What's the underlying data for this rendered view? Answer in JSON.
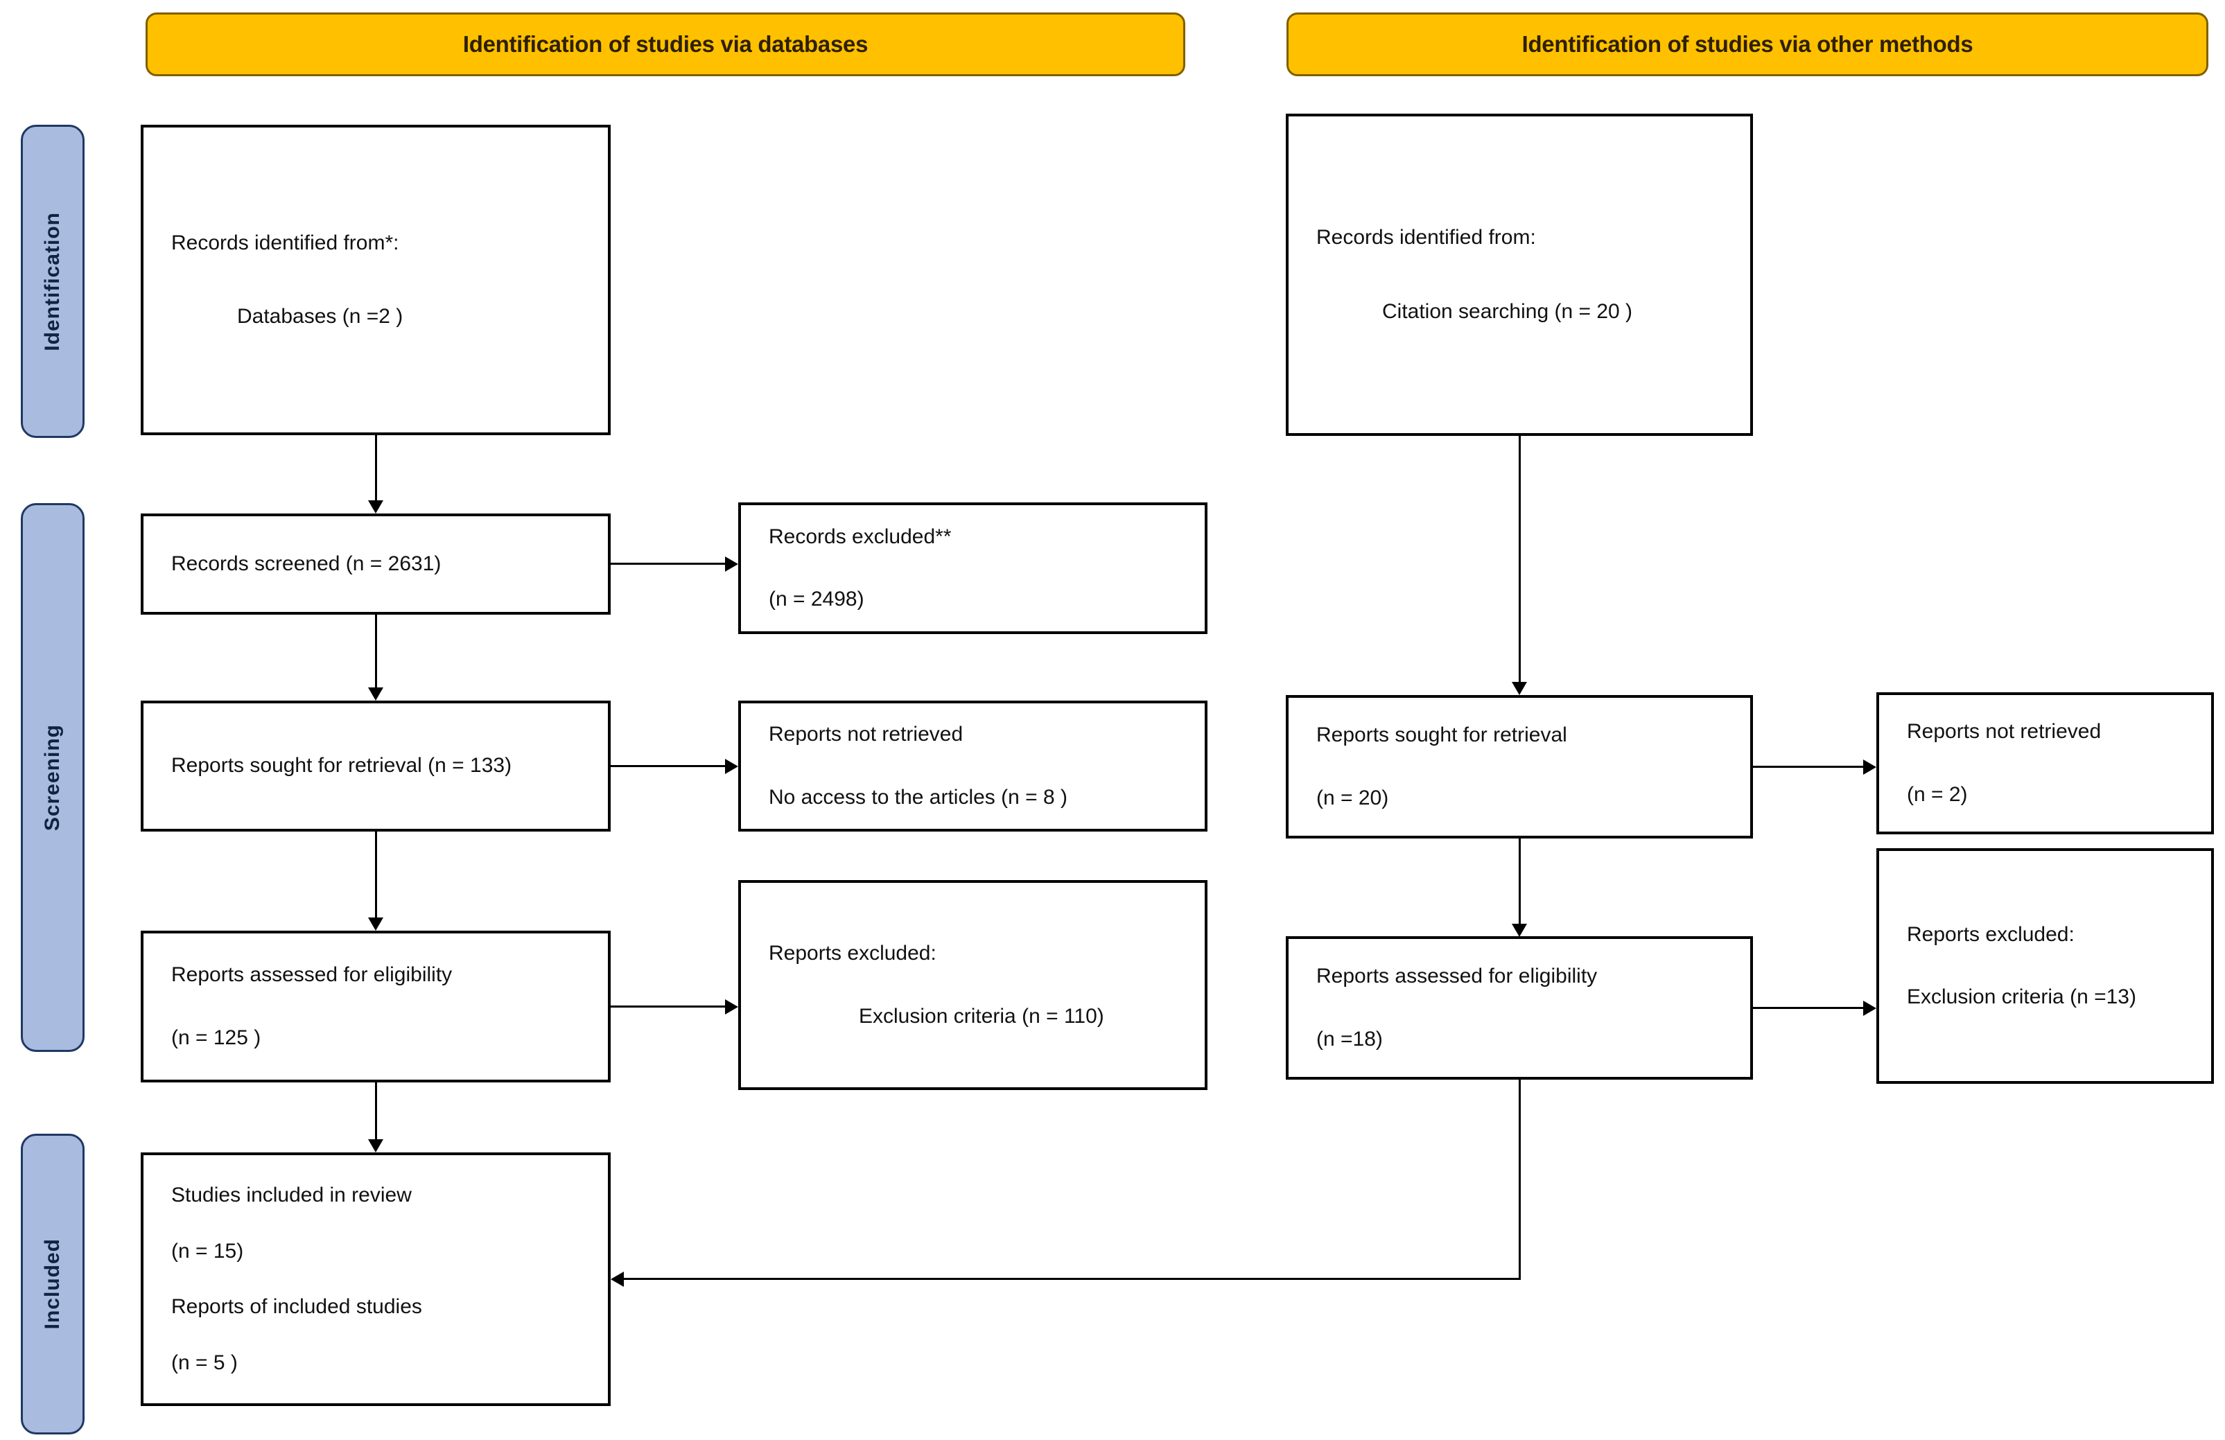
{
  "banners": {
    "databases": "Identification of studies via databases",
    "other_methods": "Identification of studies via other methods"
  },
  "stages": {
    "identification": "Identification",
    "screening": "Screening",
    "included": "Included"
  },
  "boxes": {
    "db_identified": {
      "lines": [
        "Records identified from*:",
        "Databases (n =2 )"
      ]
    },
    "db_screened": {
      "lines": [
        "Records screened (n = 2631)"
      ]
    },
    "db_excluded": {
      "lines": [
        "Records excluded**",
        "(n = 2498)"
      ]
    },
    "db_sought": {
      "lines": [
        "Reports sought for retrieval (n = 133)"
      ]
    },
    "db_not_retrieved": {
      "lines": [
        "Reports not retrieved",
        "No access to the articles (n = 8 )"
      ]
    },
    "db_assessed": {
      "lines": [
        "Reports assessed for eligibility",
        "(n = 125 )"
      ]
    },
    "db_reports_excluded": {
      "lines": [
        "Reports excluded:",
        "Exclusion criteria (n = 110)"
      ]
    },
    "included_studies": {
      "lines": [
        "Studies included in review",
        "(n = 15)",
        "Reports of included studies",
        "(n = 5 )"
      ]
    },
    "other_identified": {
      "lines": [
        "Records identified from:",
        "Citation searching (n = 20 )"
      ]
    },
    "other_sought": {
      "lines": [
        "Reports sought for retrieval",
        "(n = 20)"
      ]
    },
    "other_not_retrieved": {
      "lines": [
        "Reports not retrieved",
        "(n = 2)"
      ]
    },
    "other_assessed": {
      "lines": [
        "Reports assessed for eligibility",
        "(n =18)"
      ]
    },
    "other_reports_excluded": {
      "lines": [
        "Reports excluded:",
        "Exclusion criteria (n =13)"
      ]
    }
  },
  "colors": {
    "banner_fill": "#FFC000",
    "banner_border": "#7F6000",
    "stage_fill": "#A9BCDF",
    "stage_border": "#203864",
    "box_border": "#000000"
  }
}
